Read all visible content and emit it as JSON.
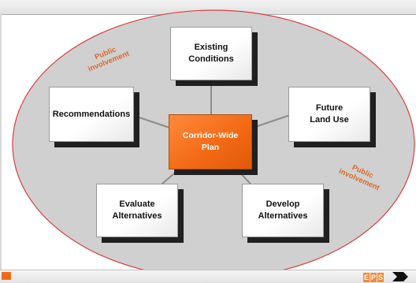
{
  "diagram": {
    "center": "Corridor-Wide\nPlan",
    "nodes": {
      "existing": "Existing\nConditions",
      "future": "Future\nLand Use",
      "develop": "Develop\nAlternatives",
      "evaluate": "Evaluate\nAlternatives",
      "recommendations": "Recommendations"
    },
    "annotation_top": "Public\ninvolvement",
    "annotation_bottom": "Public\ninvolvement"
  },
  "footer": {
    "logo_letters": [
      "E",
      "P",
      "S"
    ]
  },
  "colors": {
    "ellipse_fill": "#d0d0d0",
    "ellipse_stroke": "#d84040",
    "center_fill": "#f26813",
    "accent": "#d86a2e"
  }
}
